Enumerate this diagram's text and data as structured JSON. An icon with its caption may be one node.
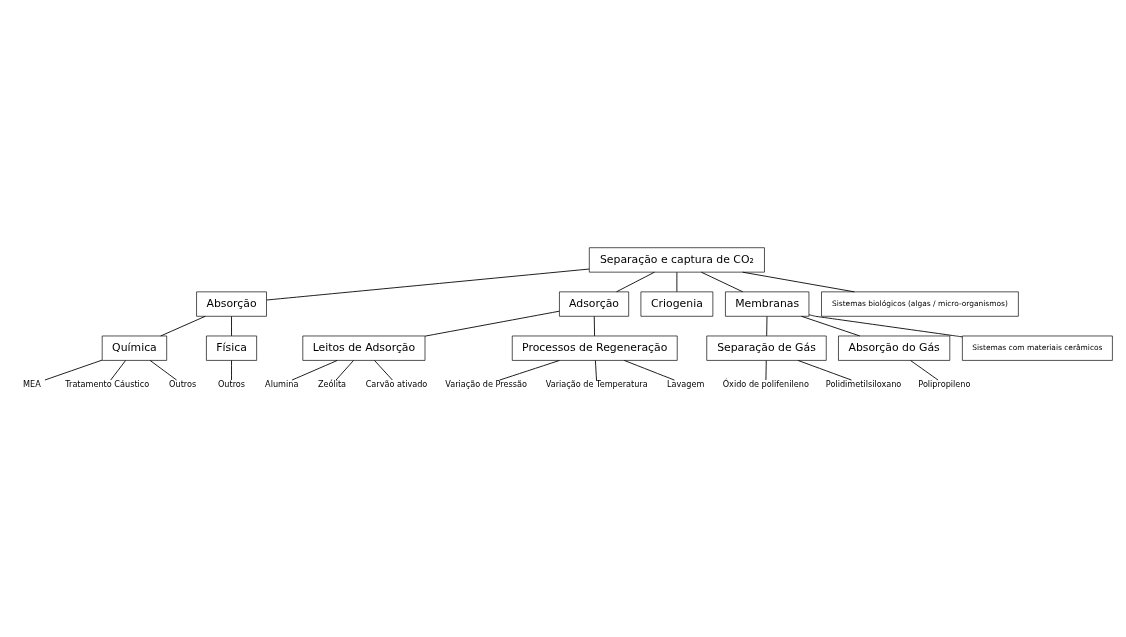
{
  "diagram": {
    "nodes": [
      {
        "text": [
          "Separação e captura de CO₂"
        ]
      },
      {
        "text": [
          "Absorção"
        ]
      },
      {
        "text": [
          "Adsorção"
        ]
      },
      {
        "text": [
          "Criogenia"
        ]
      },
      {
        "text": [
          "Membranas"
        ]
      },
      {
        "text": [
          "Sistemas biológicos (algas / micro-organismos)"
        ]
      },
      {
        "text": [
          "Química"
        ]
      },
      {
        "text": [
          "Física"
        ]
      },
      {
        "text": [
          "MEA"
        ]
      },
      {
        "text": [
          "Tratamento Cáustico"
        ]
      },
      {
        "text": [
          "Outros"
        ]
      },
      {
        "text": [
          "Outros"
        ]
      },
      {
        "text": [
          "Leitos de Adsorção"
        ]
      },
      {
        "text": [
          "Processos de Regeneração"
        ]
      },
      {
        "text": [
          "Alumina"
        ]
      },
      {
        "text": [
          "Zeólita"
        ]
      },
      {
        "text": [
          "Carvão ativado"
        ]
      },
      {
        "text": [
          "Variação de Pressão"
        ]
      },
      {
        "text": [
          "Variação de Temperatura"
        ]
      },
      {
        "text": [
          "Lavagem"
        ]
      },
      {
        "text": [
          "Separação de Gás"
        ]
      },
      {
        "text": [
          "Absorção do Gás"
        ]
      },
      {
        "text": [
          "Sistemas com materiais cerâmicos"
        ]
      },
      {
        "text": [
          "Óxido de polifenileno"
        ]
      },
      {
        "text": [
          "Polidimetilsiloxano"
        ]
      },
      {
        "text": [
          "Polipropileno"
        ]
      }
    ],
    "edges": [
      {
        "from": 0,
        "to": 1,
        "arrow": "none"
      },
      {
        "from": 0,
        "to": 2,
        "arrow": "none"
      },
      {
        "from": 0,
        "to": 3,
        "arrow": "none"
      },
      {
        "from": 0,
        "to": 4,
        "arrow": "none"
      },
      {
        "from": 0,
        "to": 5,
        "arrow": "none"
      },
      {
        "from": 1,
        "to": 6,
        "arrow": "none"
      },
      {
        "from": 1,
        "to": 7,
        "arrow": "none"
      },
      {
        "from": 6,
        "to": 8,
        "arrow": "none"
      },
      {
        "from": 6,
        "to": 9,
        "arrow": "none"
      },
      {
        "from": 6,
        "to": 10,
        "arrow": "none"
      },
      {
        "from": 7,
        "to": 11,
        "arrow": "none"
      },
      {
        "from": 2,
        "to": 12,
        "arrow": "none"
      },
      {
        "from": 2,
        "to": 13,
        "arrow": "none"
      },
      {
        "from": 12,
        "to": 14,
        "arrow": "none"
      },
      {
        "from": 12,
        "to": 15,
        "arrow": "none"
      },
      {
        "from": 12,
        "to": 16,
        "arrow": "none"
      },
      {
        "from": 13,
        "to": 17,
        "arrow": "none"
      },
      {
        "from": 13,
        "to": 18,
        "arrow": "none"
      },
      {
        "from": 13,
        "to": 19,
        "arrow": "none"
      },
      {
        "from": 4,
        "to": 20,
        "arrow": "none"
      },
      {
        "from": 4,
        "to": 21,
        "arrow": "none"
      },
      {
        "from": 4,
        "to": 22,
        "arrow": "none"
      },
      {
        "from": 20,
        "to": 23,
        "arrow": "none"
      },
      {
        "from": 20,
        "to": 24,
        "arrow": "none"
      },
      {
        "from": 21,
        "to": 25,
        "arrow": "none"
      }
    ]
  }
}
